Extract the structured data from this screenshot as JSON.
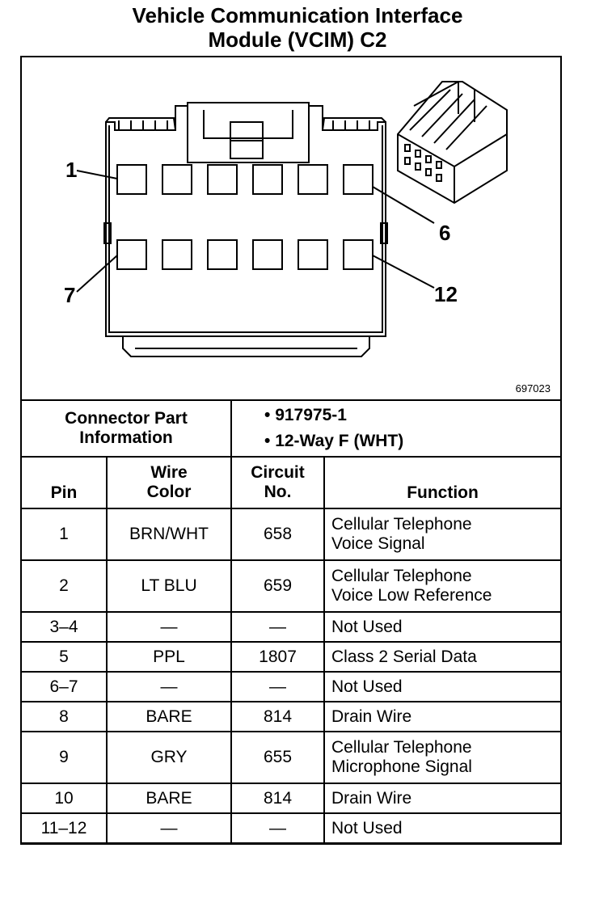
{
  "title": {
    "line1": "Vehicle Communication Interface",
    "line2": "Module (VCIM) C2"
  },
  "diagram": {
    "pin_labels": {
      "p1": "1",
      "p6": "6",
      "p7": "7",
      "p12": "12"
    },
    "figure_code": "697023"
  },
  "connector_info": {
    "label": "Connector Part Information",
    "bullets": [
      "• 917975-1",
      "• 12-Way F (WHT)"
    ]
  },
  "table": {
    "headers": {
      "pin": "Pin",
      "wire_color": "Wire Color",
      "circuit": "Circuit No.",
      "function": "Function"
    },
    "rows": [
      {
        "pin": "1",
        "wire": "BRN/WHT",
        "circuit": "658",
        "function": "Cellular Telephone Voice Signal"
      },
      {
        "pin": "2",
        "wire": "LT BLU",
        "circuit": "659",
        "function": "Cellular Telephone Voice Low Reference"
      },
      {
        "pin": "3–4",
        "wire": "—",
        "circuit": "—",
        "function": "Not Used"
      },
      {
        "pin": "5",
        "wire": "PPL",
        "circuit": "1807",
        "function": "Class 2 Serial Data"
      },
      {
        "pin": "6–7",
        "wire": "—",
        "circuit": "—",
        "function": "Not Used"
      },
      {
        "pin": "8",
        "wire": "BARE",
        "circuit": "814",
        "function": "Drain Wire"
      },
      {
        "pin": "9",
        "wire": "GRY",
        "circuit": "655",
        "function": "Cellular Telephone Microphone Signal"
      },
      {
        "pin": "10",
        "wire": "BARE",
        "circuit": "814",
        "function": "Drain Wire"
      },
      {
        "pin": "11–12",
        "wire": "—",
        "circuit": "—",
        "function": "Not Used"
      }
    ]
  }
}
